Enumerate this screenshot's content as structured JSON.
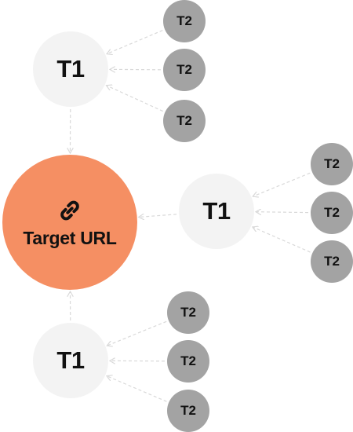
{
  "colors": {
    "target_fill": "#f58f63",
    "t1_fill": "#f3f3f3",
    "t2_fill": "#a3a3a3",
    "connector": "#d9d9d9",
    "text": "#111111"
  },
  "target": {
    "label": "Target URL",
    "icon": "link-icon"
  },
  "tiers": [
    {
      "label": "T1",
      "children": [
        "T2",
        "T2",
        "T2"
      ]
    },
    {
      "label": "T1",
      "children": [
        "T2",
        "T2",
        "T2"
      ]
    },
    {
      "label": "T1",
      "children": [
        "T2",
        "T2",
        "T2"
      ]
    }
  ]
}
